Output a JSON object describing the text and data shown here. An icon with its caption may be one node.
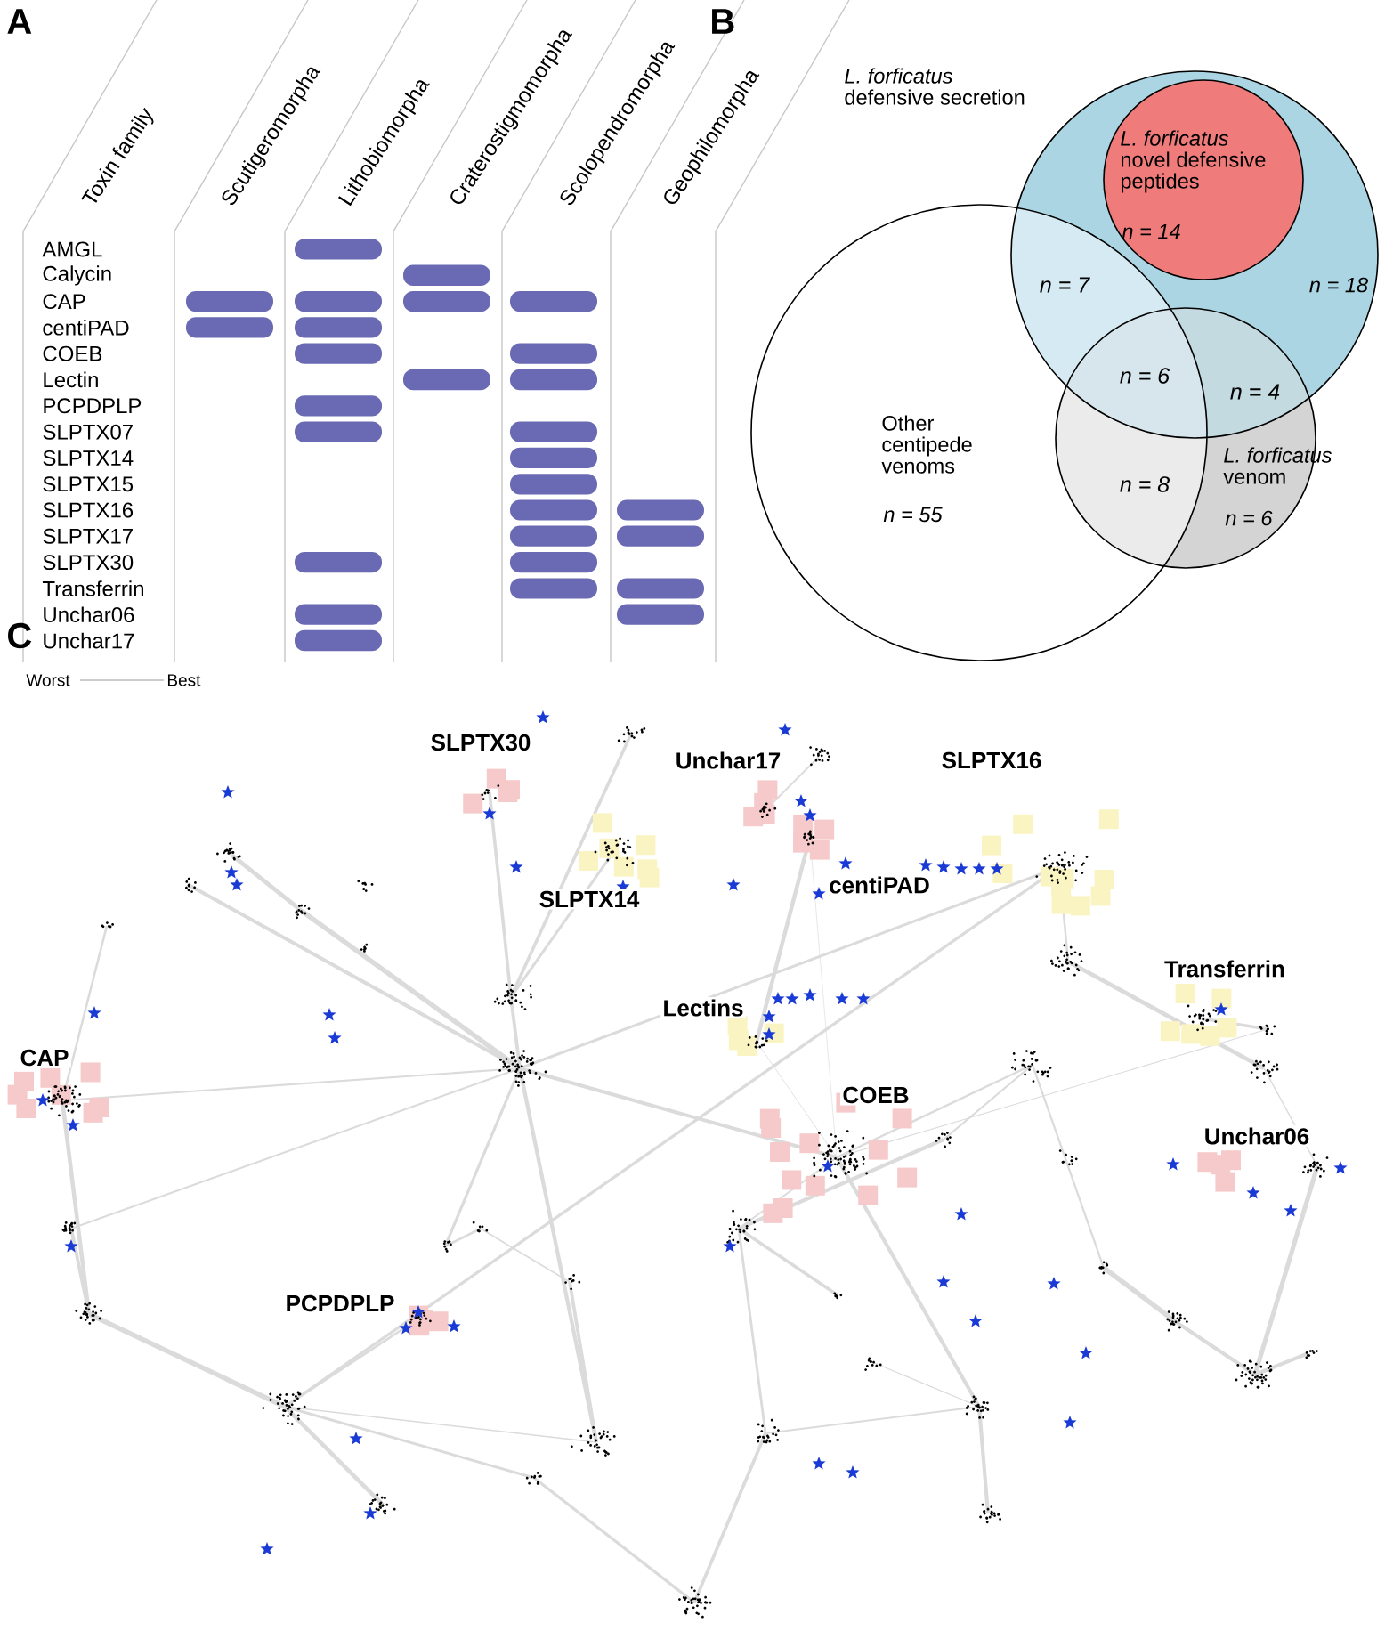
{
  "diagram": {
    "nodes": [
      {
        "text": [
          "*L. forficatus* defensive secretion",
          "n = 18"
        ]
      },
      {
        "text": [
          "*L. forficatus* novel defensive peptides",
          "n = 14"
        ],
        "in": 0
      },
      {
        "text": [
          "Other centipede venoms",
          "n = 55"
        ]
      },
      {
        "text": [
          "*L. forficatus* venom",
          "n = 6"
        ]
      }
    ],
    "labels": [
      "A",
      "Toxin family",
      "Scutigeromorpha",
      "Lithobiomorpha",
      "Craterostigmomorpha",
      "Scolopendromorpha",
      "Geophilomorpha",
      "AMGL",
      "Calycin",
      "CAP",
      "centiPAD",
      "COEB",
      "Lectin",
      "PCPDPLP",
      "SLPTX07",
      "SLPTX14",
      "SLPTX15",
      "SLPTX16",
      "SLPTX17",
      "SLPTX30",
      "Transferrin",
      "Unchar06",
      "Unchar17",
      "B",
      "n = 7",
      "n = 6",
      "n = 4",
      "n = 8",
      "C",
      "Worst",
      "Best",
      "SLPTX30",
      "Unchar17",
      "SLPTX16",
      "centiPAD",
      "SLPTX14",
      "Transferrin",
      "Lectins",
      "CAP",
      "COEB",
      "Unchar06",
      "PCPDPLP"
    ]
  }
}
